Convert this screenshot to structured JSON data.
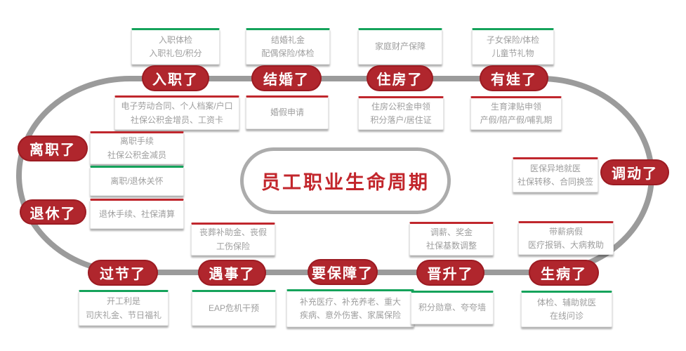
{
  "diagram": {
    "title": "员工职业生命周期",
    "colors": {
      "node_fill": "#B0262D",
      "title_text": "#C2262C",
      "ring_gray": "#9B9B9B",
      "accent_green": "#15A35B",
      "accent_red": "#C0272D",
      "box_text": "#9E9E9E"
    },
    "nodes": {
      "onboard": "入职了",
      "married": "结婚了",
      "housing": "住房了",
      "baby": "有娃了",
      "transfer": "调动了",
      "resign": "离职了",
      "retire": "退休了",
      "festival": "过节了",
      "incident": "遇事了",
      "coverage": "要保障了",
      "promotion": "晋升了",
      "sick": "生病了"
    },
    "boxes": {
      "onboard_top": {
        "line1": "入职体检",
        "line2": "入职礼包/积分"
      },
      "married_top": {
        "line1": "结婚礼金",
        "line2": "配偶保险/体检"
      },
      "housing_top": {
        "line1": "家庭财产保障"
      },
      "baby_top": {
        "line1": "子女保险/体检",
        "line2": "儿童节礼物"
      },
      "onboard_inner": {
        "line1": "电子劳动合同、个人档案/户口",
        "line2": "社保公积金增员、工资卡"
      },
      "married_inner": {
        "line1": "婚假申请"
      },
      "housing_inner": {
        "line1": "住房公积金申领",
        "line2": "积分落户/居住证"
      },
      "baby_inner": {
        "line1": "生育津贴申领",
        "line2": "产假/陪产假/哺乳期"
      },
      "resign_side": {
        "line1": "离职手续",
        "line2": "社保公积金减员"
      },
      "care_side": {
        "line1": "离职/退休关怀"
      },
      "retire_side": {
        "line1": "退休手续、社保清算"
      },
      "transfer_side": {
        "line1": "医保异地就医",
        "line2": "社保转移、合同换签"
      },
      "incident_inner": {
        "line1": "丧葬补助金、丧假",
        "line2": "工伤保险"
      },
      "promotion_inner": {
        "line1": "调薪、奖金",
        "line2": "社保基数调整"
      },
      "sick_inner": {
        "line1": "带薪病假",
        "line2": "医疗报销、大病救助"
      },
      "festival_outer": {
        "line1": "开工利是",
        "line2": "司庆礼金、节日福礼"
      },
      "incident_outer": {
        "line1": "EAP危机干预"
      },
      "coverage_outer": {
        "line1": "补充医疗、补充养老、重大",
        "line2": "疾病、意外伤害、家属保险"
      },
      "promotion_outer": {
        "line1": "积分勋章、夸夸墙"
      },
      "sick_outer": {
        "line1": "体检、辅助就医",
        "line2": "在线问诊"
      }
    }
  }
}
